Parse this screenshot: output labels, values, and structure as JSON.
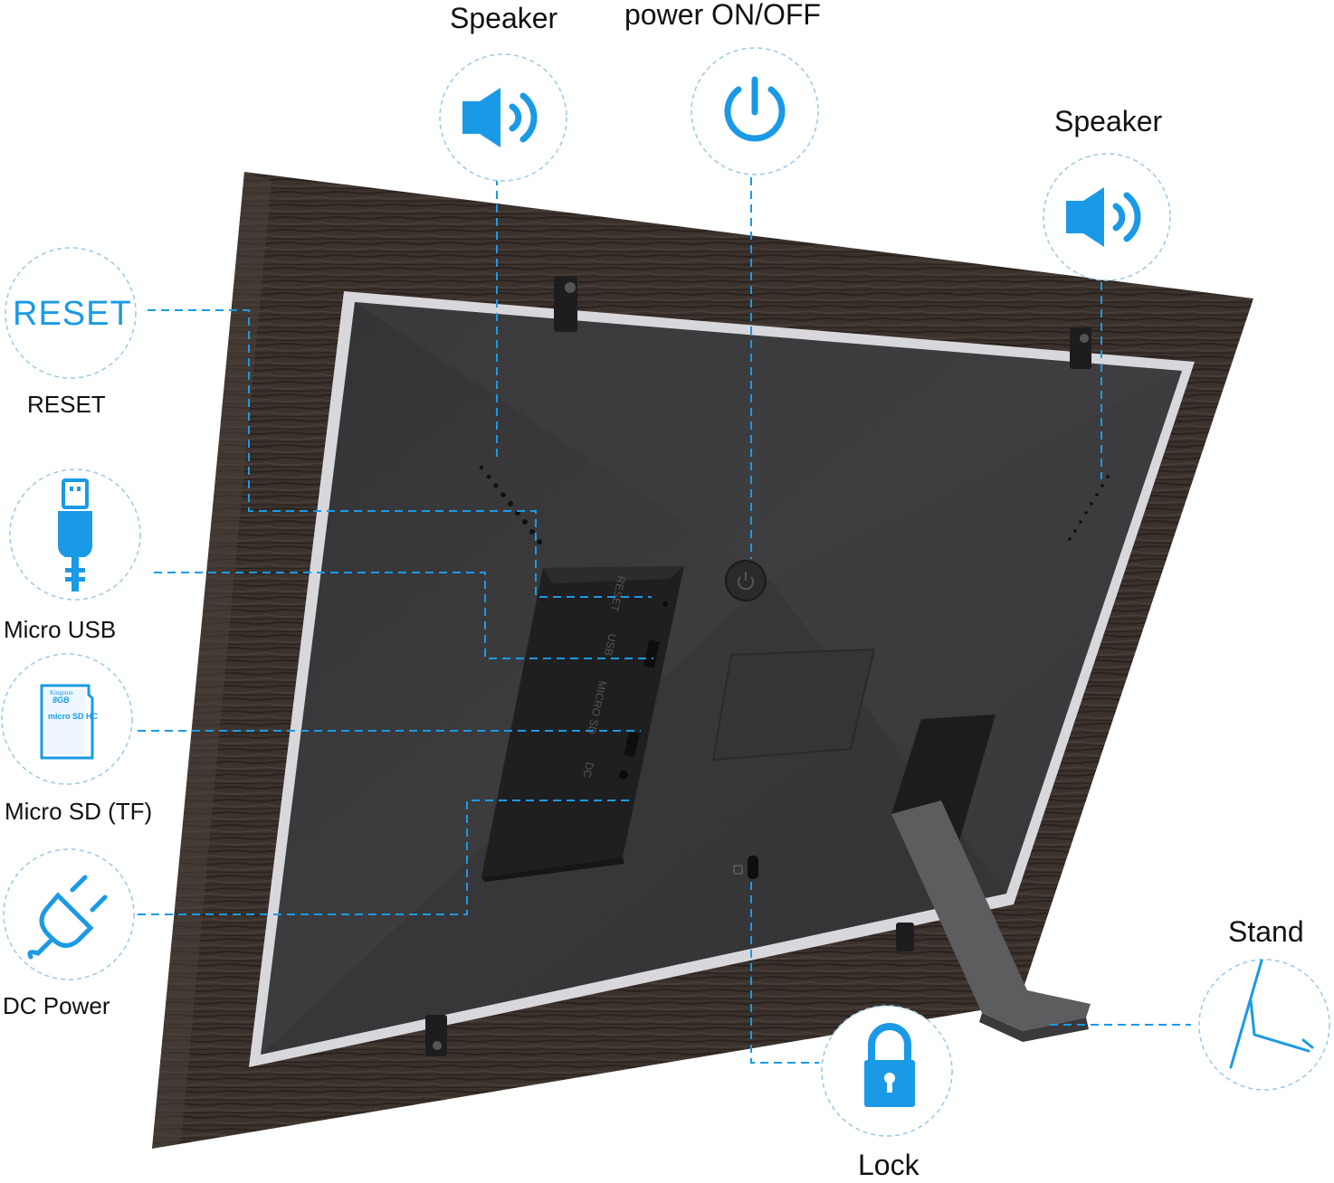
{
  "labels": {
    "speaker_left": "Speaker",
    "power": "power ON/OFF",
    "speaker_right": "Speaker",
    "reset_badge": "RESET",
    "reset": "RESET",
    "micro_usb": "Micro USB",
    "micro_sd": "Micro SD (TF)",
    "dc_power": "DC Power",
    "stand": "Stand",
    "lock": "Lock"
  },
  "sd_card": {
    "brand": "Kingston",
    "capacity": "8GB",
    "type": "micro SD HC"
  },
  "port_panel": {
    "reset": "RESET",
    "usb": "USB",
    "micro_sd": "MICRO SD",
    "dc": "DC"
  },
  "colors": {
    "accent": "#1a9ae6",
    "frame_wood": "#3a312c",
    "back_panel": "#3c3c3e",
    "circle_border": "#9cc8e6"
  },
  "icons": [
    "speaker-icon",
    "power-icon",
    "reset-icon",
    "usb-icon",
    "sd-card-icon",
    "plug-icon",
    "lock-icon",
    "stand-icon"
  ]
}
